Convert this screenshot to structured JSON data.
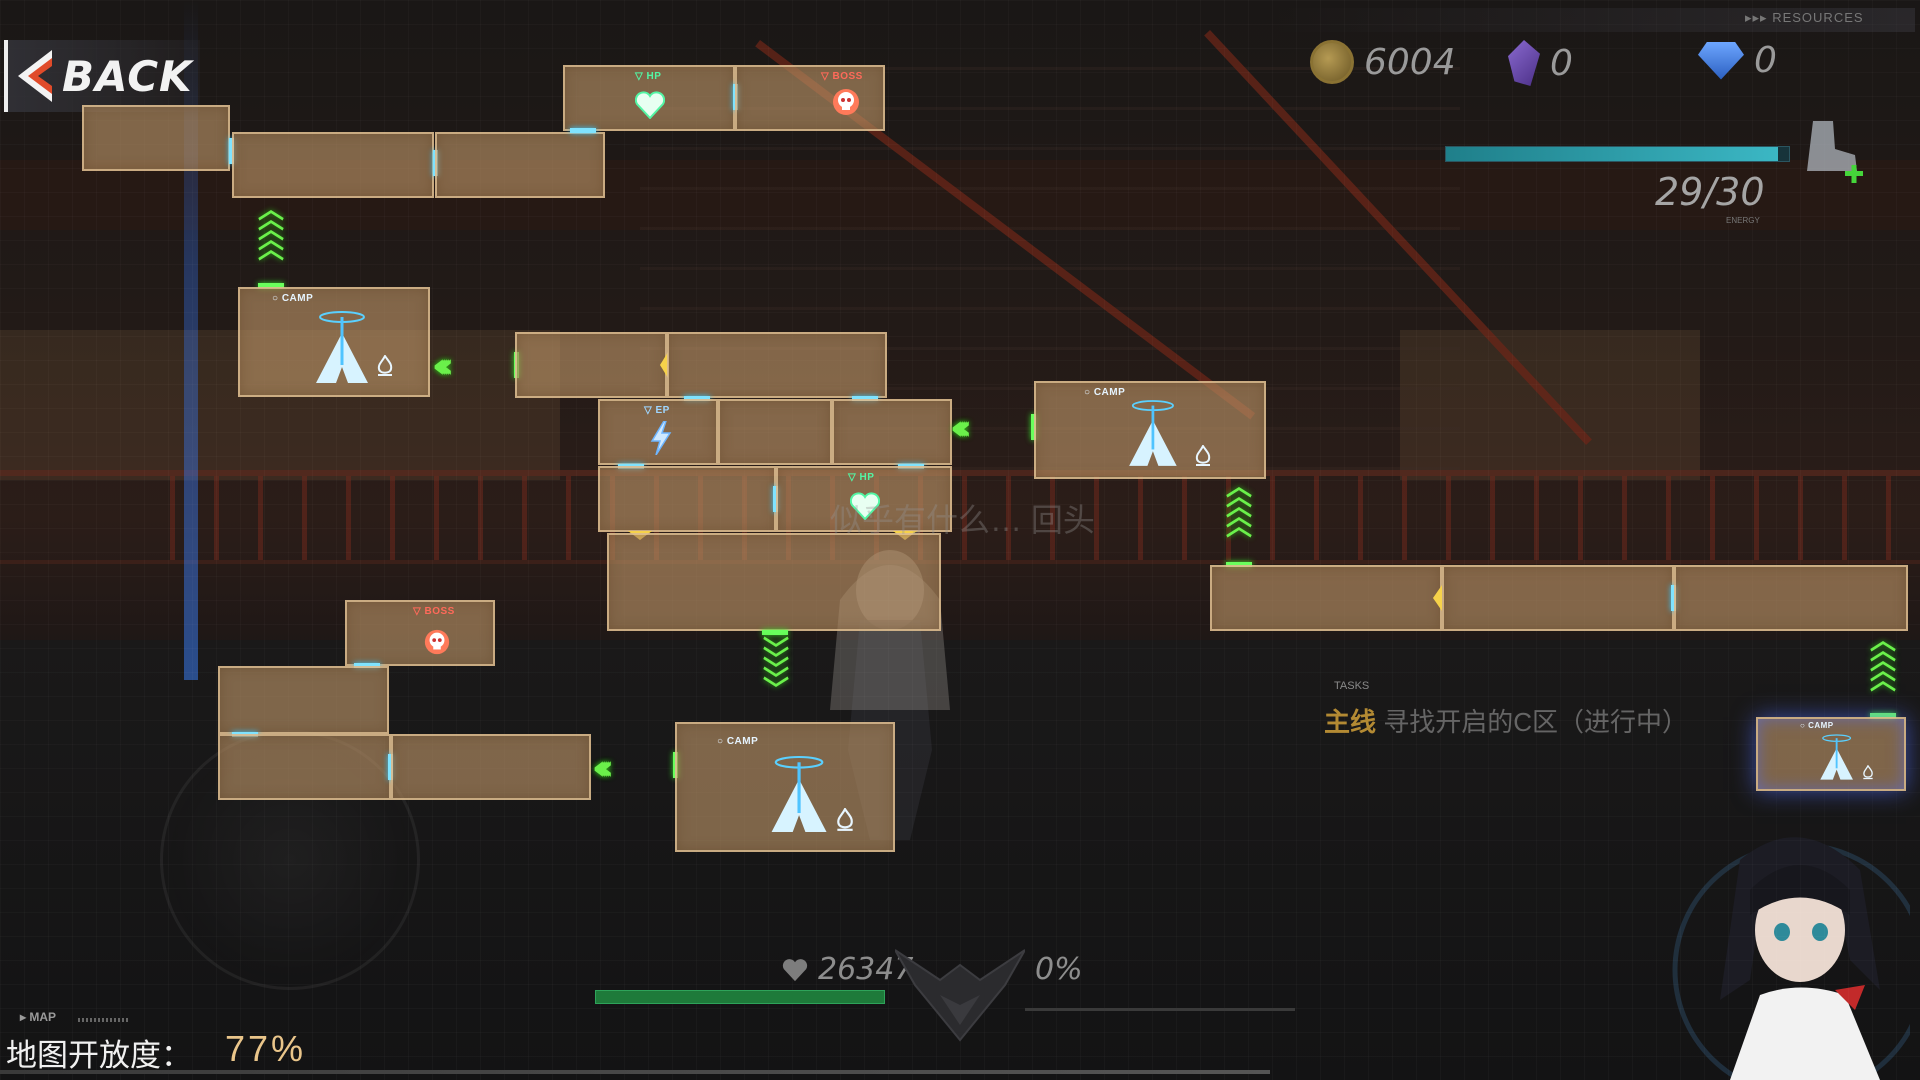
{
  "back": {
    "label": "BACK"
  },
  "resources": {
    "title": "RESOURCES",
    "items": [
      {
        "name": "coin",
        "value": "6004",
        "icon": "gold-coin-icon"
      },
      {
        "name": "crystal",
        "value": "0",
        "icon": "purple-crystal-icon"
      },
      {
        "name": "diamond",
        "value": "0",
        "icon": "blue-diamond-icon"
      }
    ]
  },
  "stamina": {
    "current": 29,
    "max": 30,
    "text": "29/30",
    "sub_label": "ENERGY"
  },
  "room_tags": {
    "hp": "HP",
    "boss": "BOSS",
    "ep": "EP",
    "camp": "CAMP"
  },
  "tasks": {
    "title": "TASKS",
    "main_label": "主线",
    "text": "寻找开启的C区（进行中）"
  },
  "ghost_text": "似乎有什么…  回头",
  "player": {
    "hp": "26347",
    "ep_percent": "0%",
    "hp_fill": 1.0,
    "ep_fill": 0.0
  },
  "map": {
    "label": "MAP",
    "open_label": "地图开放度：",
    "open_value": "77%"
  },
  "colors": {
    "room": "#be9669",
    "door": "#7fe3ff",
    "arrow": "#6bf04b",
    "hp": "#53f5a4",
    "boss": "#ff6a5a"
  }
}
